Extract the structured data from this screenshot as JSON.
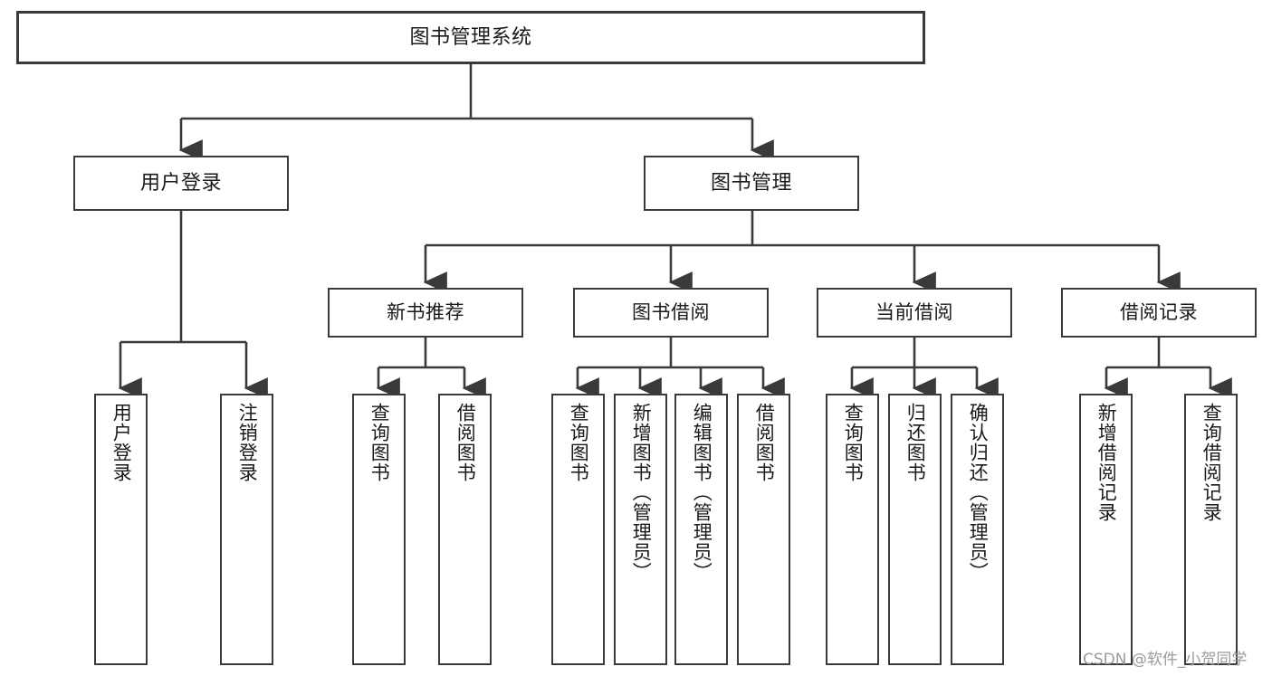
{
  "diagram": {
    "title": "图书管理系统",
    "type": "functional-structure-tree",
    "watermark": "CSDN @软件_小贺同学"
  },
  "nodes": {
    "root": {
      "label": "图书管理系统"
    },
    "level2": [
      {
        "label": "用户登录"
      },
      {
        "label": "图书管理"
      }
    ],
    "level3": [
      {
        "label": "新书推荐"
      },
      {
        "label": "图书借阅"
      },
      {
        "label": "当前借阅"
      },
      {
        "label": "借阅记录"
      }
    ],
    "leaves": {
      "user_login": [
        {
          "label": "用户登录"
        },
        {
          "label": "注销登录"
        }
      ],
      "new_book": [
        {
          "label": "查询图书"
        },
        {
          "label": "借阅图书"
        }
      ],
      "book_borrow": [
        {
          "label": "查询图书"
        },
        {
          "label": "新增图书（管理员）"
        },
        {
          "label": "编辑图书（管理员）"
        },
        {
          "label": "借阅图书"
        }
      ],
      "current_borrow": [
        {
          "label": "查询图书"
        },
        {
          "label": "归还图书"
        },
        {
          "label": "确认归还（管理员）"
        }
      ],
      "borrow_record": [
        {
          "label": "新增借阅记录"
        },
        {
          "label": "查询借阅记录"
        }
      ]
    }
  },
  "colors": {
    "stroke": "#3a3a3a",
    "text": "#1a1a1a",
    "background": "#ffffff",
    "watermark": "#9b9b9b"
  }
}
